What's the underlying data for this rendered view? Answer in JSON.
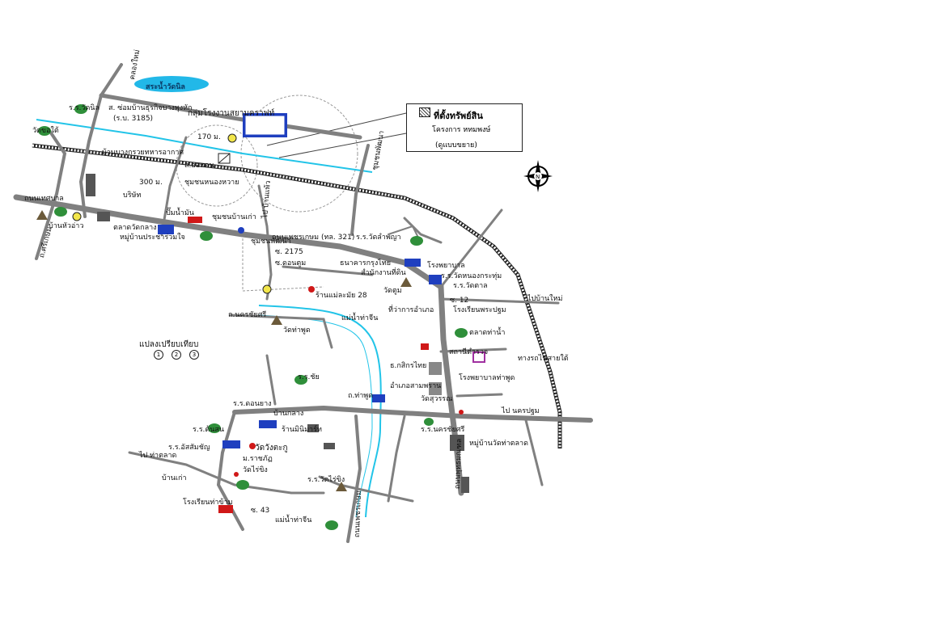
{
  "legend": {
    "title": "ที่ตั้งทรัพย์สิน",
    "line1": "โครงการ หทมพงษ์",
    "line2": "(ดูแบบขยาย)"
  },
  "lake": "สระน้ำวัดนิล",
  "factory_group": "กลุ่มโรงงานสยามคราฟท์",
  "compass": "N",
  "distances": {
    "d1": "170 ม.",
    "d2": "300 ม."
  },
  "labels": {
    "road_north": "คลองใหม่",
    "village_rt": "ส. ซ่อมบ้านธุรกิจบางพุงหัก",
    "village_rt2": "(ร.บ. 3185)",
    "school1": "ร.ร.วัดนิล",
    "temple_nw": "วัดขอใต้",
    "factory_rt": "บ้านบางกรวยทหารอากาศ",
    "nearby_small": "ส.ออทอน",
    "housing": "ชุมชนหนองหวาย",
    "hall": "บริษัท",
    "rd_left": "ถนนเทศบาล",
    "rd_vert1": "ถ.ศรีเกษม",
    "rd_bangkae": "ไป บ้านแพ้ว",
    "rd_main": "ถนนเพชรเกษม (ทล. 321)",
    "s_lumpini": "ร.ร.วัดลำพญา",
    "market": "ตลาดวัดกลาง",
    "pump": "ปั๊มน้ำมัน",
    "left_village": "บ้านหัวอ่าว",
    "prod": "หมู่บ้านประชาร่วมใจ",
    "pl2": "ชุมชนบ้านเก่า",
    "crossroad": "ถ.นครชัยศรี",
    "tele": "ชุมชนพัฒนา",
    "soi": "ซ. 2175",
    "soi2": "ซ.ดอนตูม",
    "shop": "ร้านแม่ละมัย 28",
    "pr_temple": "วัดตูม",
    "school_e": "ร.ร.วัดหนองกระทุ่ม",
    "bank": "ธนาคารกรุงไทย",
    "gov": "สำนักงานที่ดิน",
    "hosp": "โรงพยาบาล",
    "cen_school": "ร.ร.วัดตาล",
    "dtr": "ที่ว่าการอำเภอ",
    "east_rd": "ไป นครปฐม",
    "rail_e": "ทางรถไฟสายใต้",
    "ne_road": "ไปบ้านใหม่",
    "school_cc": "โรงเรียนพระปฐม",
    "b12": "ซ. 12",
    "river": "แม่น้ำท่าจีน",
    "river2": "แม่น้ำท่าจีน",
    "temple_s": "วัดท่าพูด",
    "lb_zone": "แปลงเปรียบเทียบ",
    "kochai": "ร.ร.ชัย",
    "wat_kd": "ร.ร.ดอนยาง",
    "market2": "ตลาดท่าน้ำ",
    "s_cluster": "บ้านกลาง",
    "bank2": "ธ.กสิกรไทย",
    "hotel": "สถานีตำรวจ",
    "hsp2": "โรงพยาบาลท่าพูด",
    "amphur": "อำเภอสามพราน",
    "rdrailS": "ถ.ท่าพูด",
    "tmple2": "วัดสุวรรณ",
    "sch3": "ร.ร.นครชัยศรี",
    "village_s": "ร้านมินิมาร์ท",
    "school_s2": "ร.ร.ต้นสน",
    "pl_3": "หมู่บ้านวัดท่าตลาด",
    "south_sch": "ร.ร.อัสสัมชัญ",
    "sch_sw": "วัดวังตะกู",
    "sw_road": "ไป ท่าตลาด",
    "sw_temple": "บ้านเก่า",
    "bigs": "โรงเรียนท่าข้าม",
    "s43": "ซ. 43",
    "nnw": "ม.ราชภัฏ",
    "rd_s_vert": "ถนนพุทธมณฑล",
    "rd_s_vert2": "ถนนเพชรเกษม",
    "s_wat": "วัดไร่ขิง",
    "s_school": "ร.ร.วัดไร่ขิง"
  },
  "comparison_markers": [
    "1",
    "2",
    "3"
  ],
  "colors": {
    "road": "#808080",
    "rail": "#222222",
    "river": "#22c4e8",
    "lake": "#22b8e8",
    "tree": "#2f8f3a",
    "building_blue": "#1f3fbf",
    "marker_yellow": "#f2e64a",
    "marker_red": "#d01818"
  }
}
